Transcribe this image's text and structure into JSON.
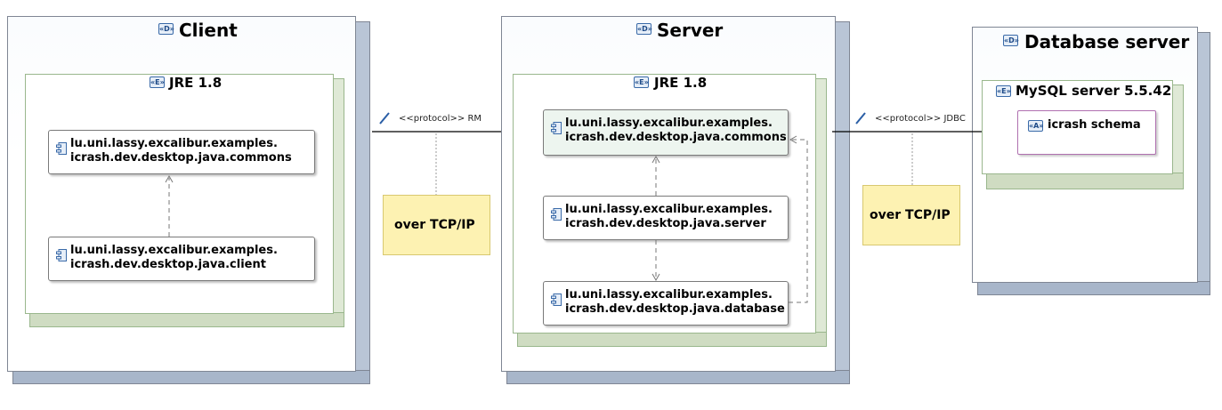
{
  "nodes": {
    "client": {
      "title": "Client"
    },
    "server": {
      "title": "Server"
    },
    "database": {
      "title": "Database server"
    }
  },
  "environments": {
    "client_jre": {
      "title": "JRE 1.8"
    },
    "server_jre": {
      "title": "JRE 1.8"
    },
    "mysql": {
      "title": "MySQL server 5.5.42"
    }
  },
  "components": {
    "client_commons": {
      "line1": "lu.uni.lassy.excalibur.examples.",
      "line2": "icrash.dev.desktop.java.commons"
    },
    "client_client": {
      "line1": "lu.uni.lassy.excalibur.examples.",
      "line2": "icrash.dev.desktop.java.client"
    },
    "server_commons": {
      "line1": "lu.uni.lassy.excalibur.examples.",
      "line2": "icrash.dev.desktop.java.commons"
    },
    "server_server": {
      "line1": "lu.uni.lassy.excalibur.examples.",
      "line2": "icrash.dev.desktop.java.server"
    },
    "server_database": {
      "line1": "lu.uni.lassy.excalibur.examples.",
      "line2": "icrash.dev.desktop.java.database"
    }
  },
  "schema": {
    "label": "icrash schema"
  },
  "links": {
    "rmi": {
      "label": "<<protocol>> RM",
      "note": "over TCP/IP"
    },
    "jdbc": {
      "label": "<<protocol>> JDBC",
      "note": "over TCP/IP"
    }
  },
  "icons": {
    "node": "node-icon",
    "environment": "execution-environment-icon",
    "component": "component-icon",
    "artifact": "artifact-icon",
    "link": "communication-path-icon"
  },
  "colors": {
    "node_side": "#b9c5d6",
    "env_border": "#9ab78d",
    "note_fill": "#fdf2b2",
    "schema_border": "#b070b0"
  }
}
